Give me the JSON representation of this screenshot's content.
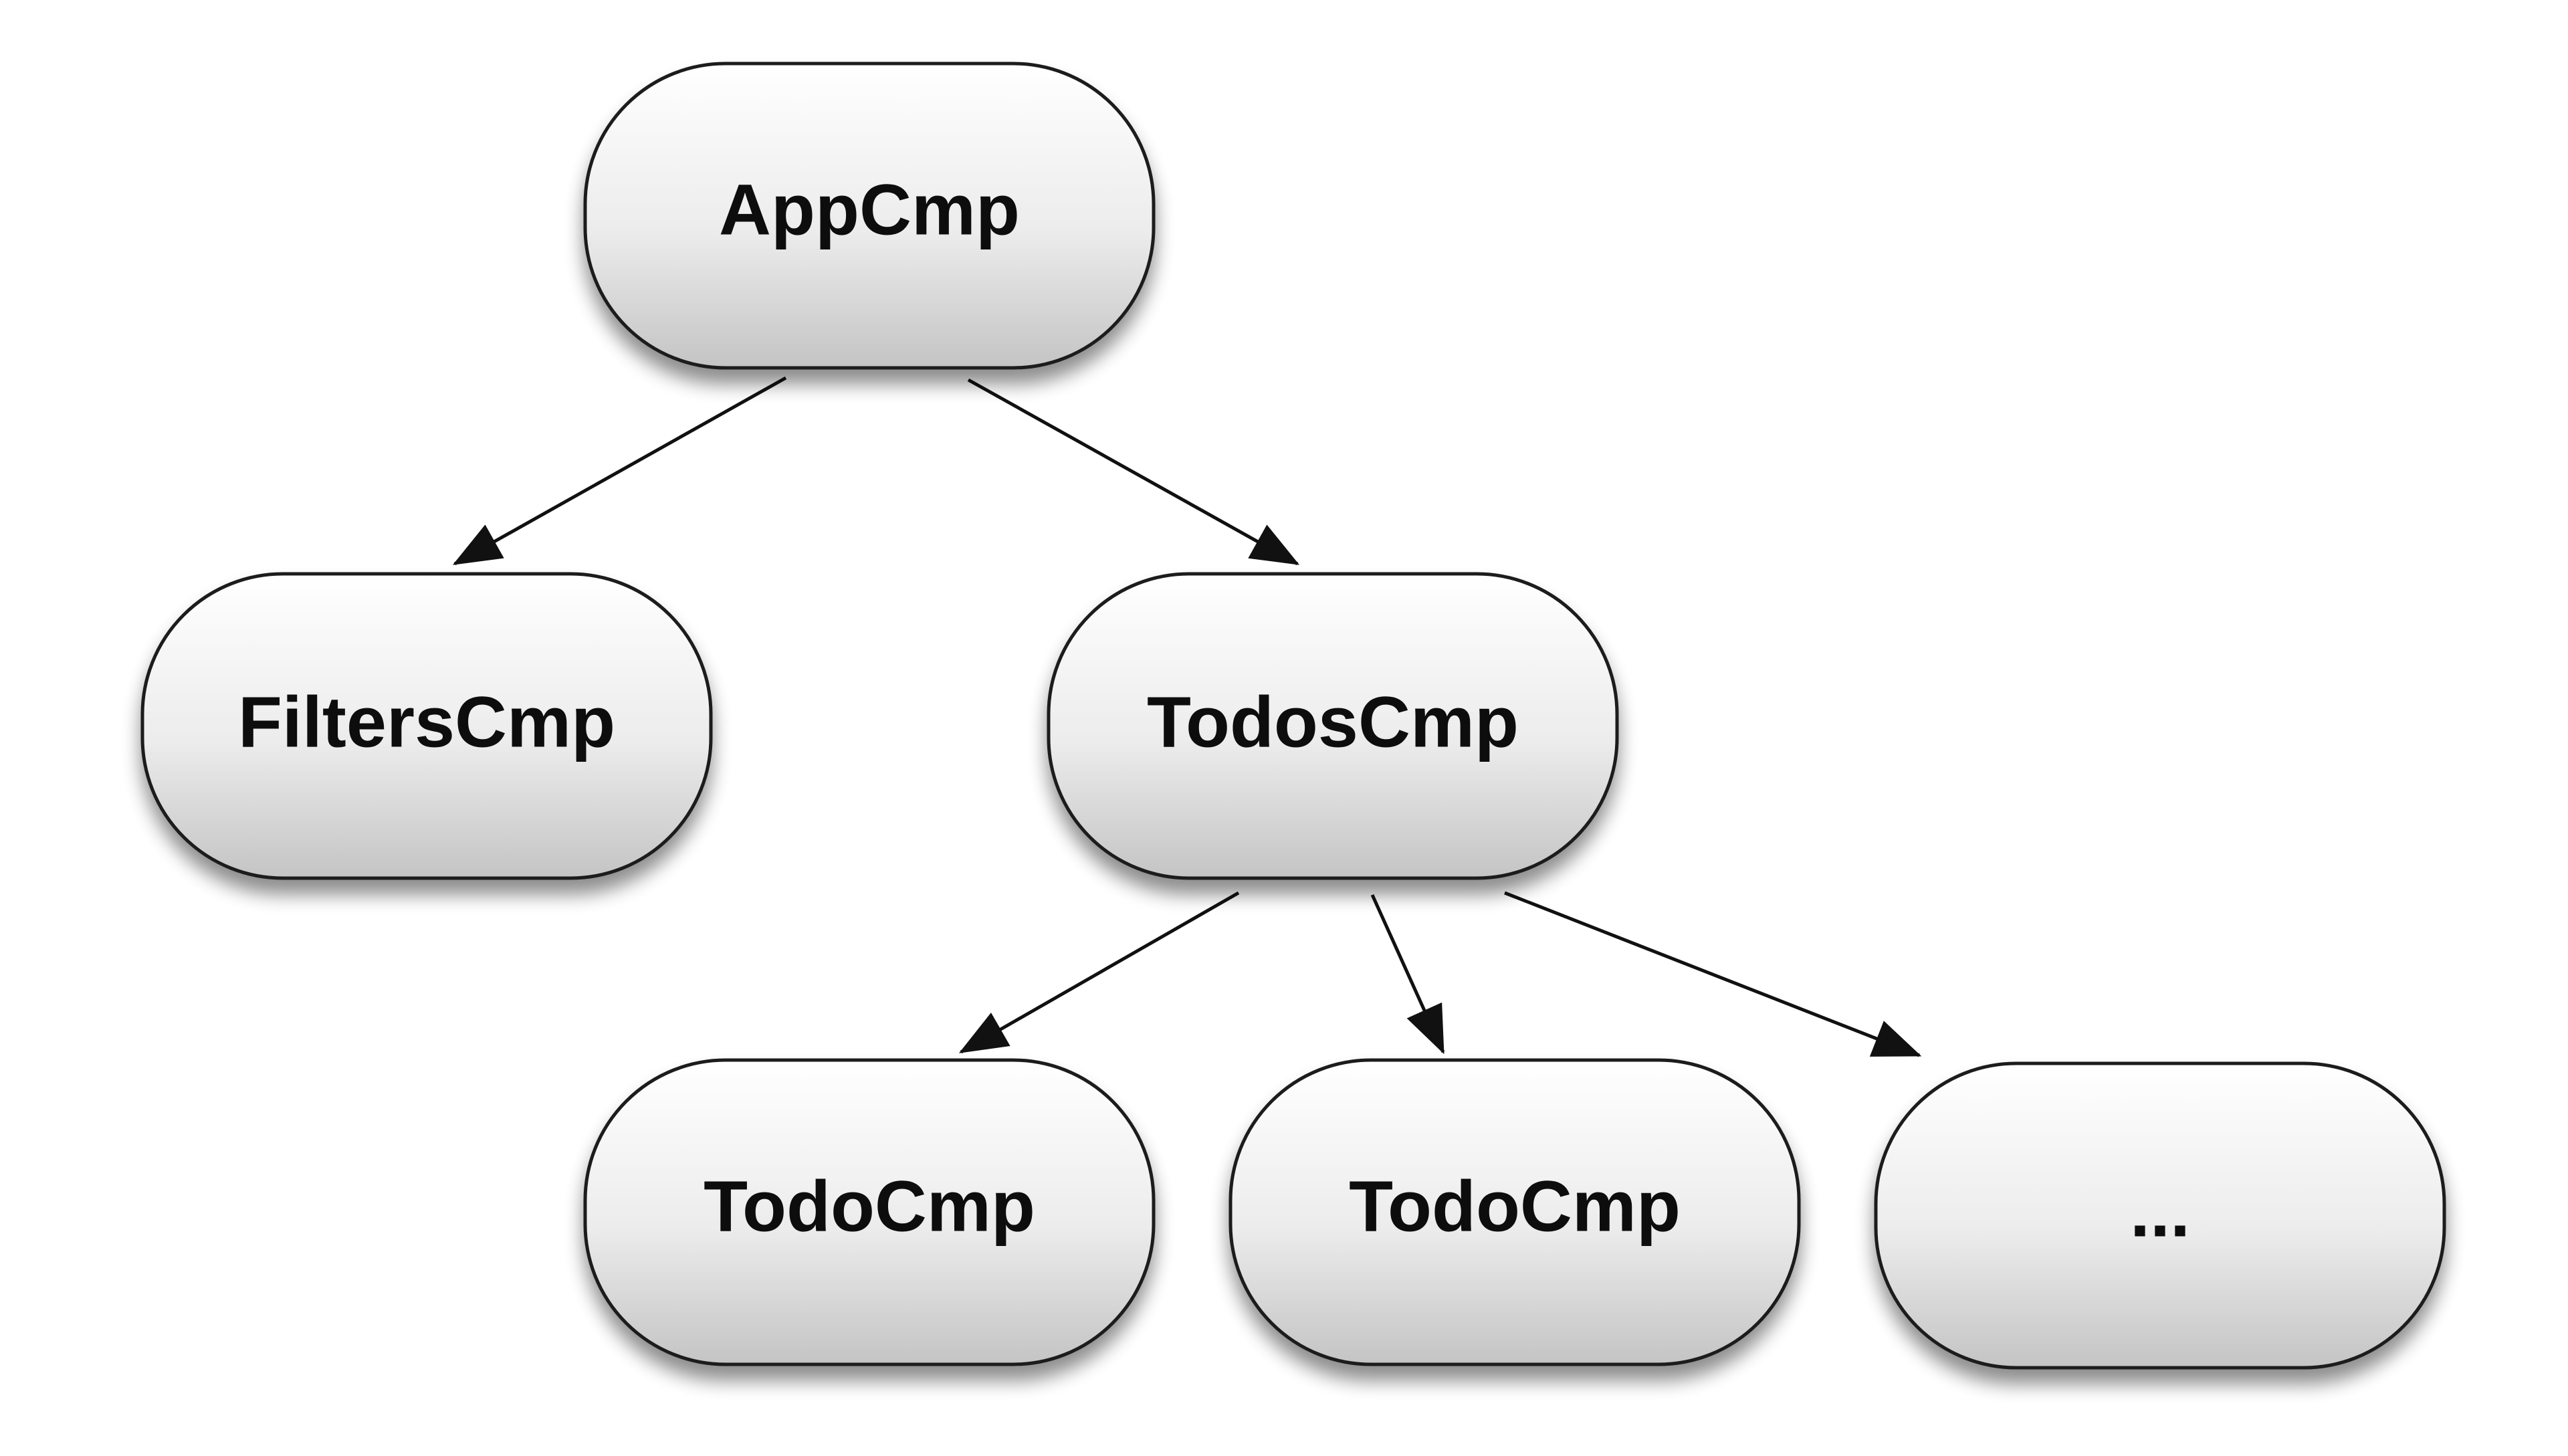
{
  "nodes": {
    "app": {
      "label": "AppCmp"
    },
    "filters": {
      "label": "FiltersCmp"
    },
    "todos": {
      "label": "TodosCmp"
    },
    "todo1": {
      "label": "TodoCmp"
    },
    "todo2": {
      "label": "TodoCmp"
    },
    "more": {
      "label": "..."
    }
  },
  "edges": [
    {
      "from": "AppCmp",
      "to": "FiltersCmp"
    },
    {
      "from": "AppCmp",
      "to": "TodosCmp"
    },
    {
      "from": "TodosCmp",
      "to": "TodoCmp"
    },
    {
      "from": "TodosCmp",
      "to": "TodoCmp"
    },
    {
      "from": "TodosCmp",
      "to": "..."
    }
  ],
  "colors": {
    "node_fill_top": "#ffffff",
    "node_fill_bottom": "#c8c8c8",
    "node_stroke": "#1a1a1a",
    "edge": "#111111",
    "background": "#ffffff"
  }
}
